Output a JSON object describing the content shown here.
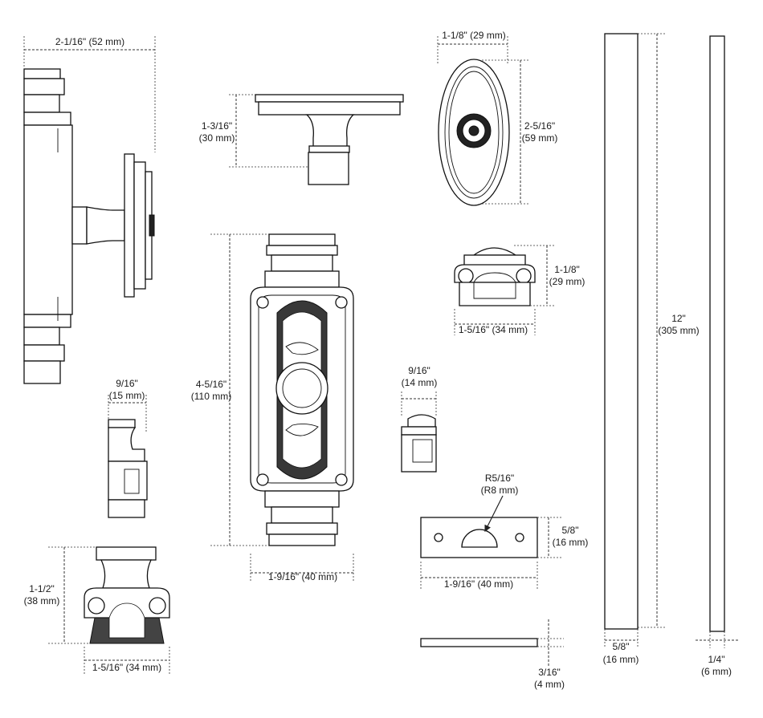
{
  "dimensions": {
    "top_width": {
      "imperial": "2-1/16\"",
      "metric": "(52 mm)",
      "text": "2-1/16\" (52 mm)"
    },
    "knob_height": {
      "imperial": "1-3/16\"",
      "metric": "(30 mm)"
    },
    "oval_width": {
      "text": "1-1/8\" (29 mm)"
    },
    "oval_height": {
      "imperial": "2-5/16\"",
      "metric": "(59 mm)"
    },
    "small_bracket_height": {
      "imperial": "1-1/8\"",
      "metric": "(29 mm)"
    },
    "small_bracket_width": {
      "text": "1-5/16\" (34 mm)"
    },
    "rod_length": {
      "imperial": "12\"",
      "metric": "(305 mm)"
    },
    "plate_height": {
      "imperial": "4-5/16\"",
      "metric": "(110 mm)"
    },
    "plate_width": {
      "text": "1-9/16\" (40 mm)"
    },
    "side_left_width": {
      "imperial": "9/16\"",
      "metric": "(15 mm)"
    },
    "side_right_width": {
      "imperial": "9/16\"",
      "metric": "(14 mm)"
    },
    "radius": {
      "imperial": "R5/16\"",
      "metric": "(R8 mm)"
    },
    "strike_height": {
      "imperial": "5/8\"",
      "metric": "(16 mm)"
    },
    "strike_width": {
      "text": "1-9/16\" (40 mm)"
    },
    "bottom_bracket_height": {
      "imperial": "1-1/2\"",
      "metric": "(38 mm)"
    },
    "bottom_bracket_width": {
      "text": "1-5/16\" (34 mm)"
    },
    "strip_thickness": {
      "imperial": "3/16\"",
      "metric": "(4 mm)"
    },
    "rod_wide_width": {
      "imperial": "5/8\"",
      "metric": "(16 mm)"
    },
    "rod_narrow_width": {
      "imperial": "1/4\"",
      "metric": "(6 mm)"
    }
  }
}
